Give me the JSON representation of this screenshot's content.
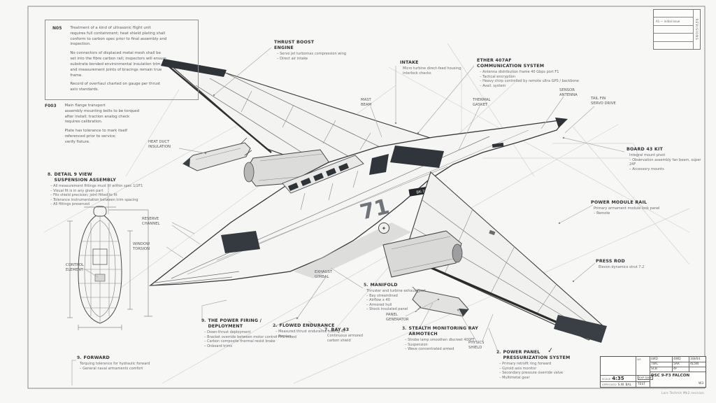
{
  "colors": {
    "ink": "#3a3a3a",
    "accent_dark": "#2e3338",
    "paper": "#f7f7f5",
    "leader": "#a8a8a8"
  },
  "rev_table": {
    "side_label": "REVISIONS",
    "rows": [
      "",
      "A1 — initial issue",
      "",
      "",
      ""
    ]
  },
  "notes_top": {
    "label": "N05",
    "paragraphs": [
      [
        "Treatment of a kind of ultrasonic flight unit",
        "requires full containment; heat shield plating shall",
        "conform to carbon spec prior to final assembly and",
        "inspection."
      ],
      [
        "No connectors of displaced metal mesh shall be",
        "set into the fibre carbon rail; inspectors will ensure",
        "substrate bonded environmental insulation trim",
        "and measurement joints of bracings remain true",
        "frame."
      ],
      [
        "Record of overhaul charted on gauge per thrust",
        "axis standards."
      ]
    ]
  },
  "notes_mid": {
    "label": "F003",
    "paragraphs": [
      [
        "Main flange transport",
        "assembly mounting bolts to be torqued",
        "after install; traction analog check",
        "requires calibration."
      ],
      [
        "Plate has tolerance to mark itself",
        "referenced prior to service;",
        "verify fixture."
      ]
    ]
  },
  "marks": {
    "number": "71",
    "badge": "BK-71",
    "roundel": "✦",
    "check": "✓"
  },
  "titleblock": {
    "scale_label": "SCALE",
    "scale_value": "4:35",
    "approved_label": "APPROVED",
    "approved_value": "S.W. BAL",
    "stamp": "EXP DATE",
    "test": "TEST",
    "mini": "WF",
    "rows": [
      {
        "k": "LWD",
        "v": "4WD",
        "d": "3/8/04"
      },
      {
        "k": "TWC",
        "v": "5AR",
        "d": "4L5W"
      },
      {
        "k": "SCB",
        "v": "4F",
        "d": ""
      }
    ],
    "doc_title": "DSC 9-F3 FALCON",
    "sheet": "W3",
    "caption": "Lars Technik Mk2 revision"
  },
  "callouts": [
    {
      "title": [
        "THRUST BOOST",
        "ENGINE"
      ],
      "lines": [
        "– Servo jet turbomax compression wing",
        "– Direct air intake"
      ]
    },
    {
      "title": "INTAKE",
      "lines": [
        "Micro turbine direct-feed housing;",
        "interlock checks"
      ]
    },
    {
      "title": [
        "ETHER 407AF",
        "COMMUNICATION SYSTEM"
      ],
      "lines": [
        "– Antenna distribution frame 40 Gbps port F1",
        "– Tactical encryption",
        "– Heavy chirp controlled by remote ultra GPS / backbone",
        "– Avail. system"
      ]
    },
    {
      "title": [
        "MAST",
        "BEAM"
      ],
      "small": true,
      "lines": []
    },
    {
      "title": [
        "THERMAL",
        "GASKET"
      ],
      "small": true,
      "lines": []
    },
    {
      "title": [
        "SENSOR",
        "ANTENNA"
      ],
      "small": true,
      "lines": []
    },
    {
      "title": [
        "TAIL FIN",
        "SERVO DRIVE"
      ],
      "small": true,
      "lines": []
    },
    {
      "title": "BOARD 43 KIT",
      "lines": [
        "Integral mount pivot",
        "– Observation assembly fan beam, super 24F",
        "– Accessory mounts"
      ]
    },
    {
      "title": "POWER MODULE RAIL",
      "lines": [
        "Primary armament module lock panel",
        "– Remote"
      ]
    },
    {
      "title": "PRESS ROD",
      "lines": [
        "Elevon dynamics strut 7.2"
      ]
    },
    {
      "title": [
        "HEAT DUCT",
        "INSULATION"
      ],
      "small": true,
      "lines": []
    },
    {
      "title": [
        "RESERVE",
        "CHANNEL"
      ],
      "small": true,
      "lines": []
    },
    {
      "title": [
        "WINDOW",
        "TORSION"
      ],
      "small": true,
      "lines": []
    },
    {
      "title": [
        "CONTROL",
        "ELEMENT"
      ],
      "small": true,
      "lines": []
    },
    {
      "title": [
        "EXHAUST",
        "GIMBAL"
      ],
      "small": true,
      "lines": []
    },
    {
      "num": "5",
      "title": "MANIFOLD",
      "lines": [
        "Thruster and turbine exhaust port",
        "– Bay streamlined",
        "– Airflow x 40",
        "– Armored hull",
        "– Shock insulated panel"
      ]
    },
    {
      "title": [
        "PANEL",
        "GENERATOR"
      ],
      "small": true,
      "lines": []
    },
    {
      "num": "9",
      "title": [
        "THE POWER FIRING /",
        "DEPLOYMENT"
      ],
      "lines": [
        "– Down-thrust deployment",
        "– Bracket override between motor control PPS mixed",
        "– Carbon composite thermal resist brake",
        "– Onboard trims"
      ]
    },
    {
      "num": "2",
      "title": "FLOWED ENDURANCE",
      "lines": [
        "– Measured thrust endurance towing 40",
        "– Passive"
      ]
    },
    {
      "num": "7",
      "title": "BAY 43",
      "lines": [
        "Continuous armored",
        "carbon shield"
      ]
    },
    {
      "num": "3",
      "title": [
        "STEALTH MONITORING RAY",
        "ARMOTECH"
      ],
      "lines": [
        "– Strobe lamp smoothen discreet 400FF",
        "– Suspension",
        "– Wave concentrated armed"
      ]
    },
    {
      "title": [
        "PHYSICS",
        "SHIELD"
      ],
      "small": true,
      "lines": []
    },
    {
      "num": "2",
      "title": [
        "POWER PANEL",
        "PRESSURIZATION SYSTEM"
      ],
      "lines": [
        "– Primary retrofit ring forward",
        "– Gyroid axis monitor",
        "– Secondary pressure override valve",
        "– Multimetal gear"
      ]
    },
    {
      "num": "9",
      "title": "FORWARD",
      "lines": [
        "Torquing tolerance for hydraulic forward",
        "– General naval armaments comfort"
      ]
    },
    {
      "num": "8",
      "title": [
        "DETAIL 9 VIEW",
        "SUSPENSION ASSEMBLY"
      ],
      "lines": [
        "– All measurement fittings must fit within spec 1/2F1",
        "– Visual fit is in any given part",
        "– Fits shield precision; joint fitted to fit",
        "– Tolerance instrumentation between trim spacing",
        "– All fittings preserved"
      ]
    }
  ]
}
